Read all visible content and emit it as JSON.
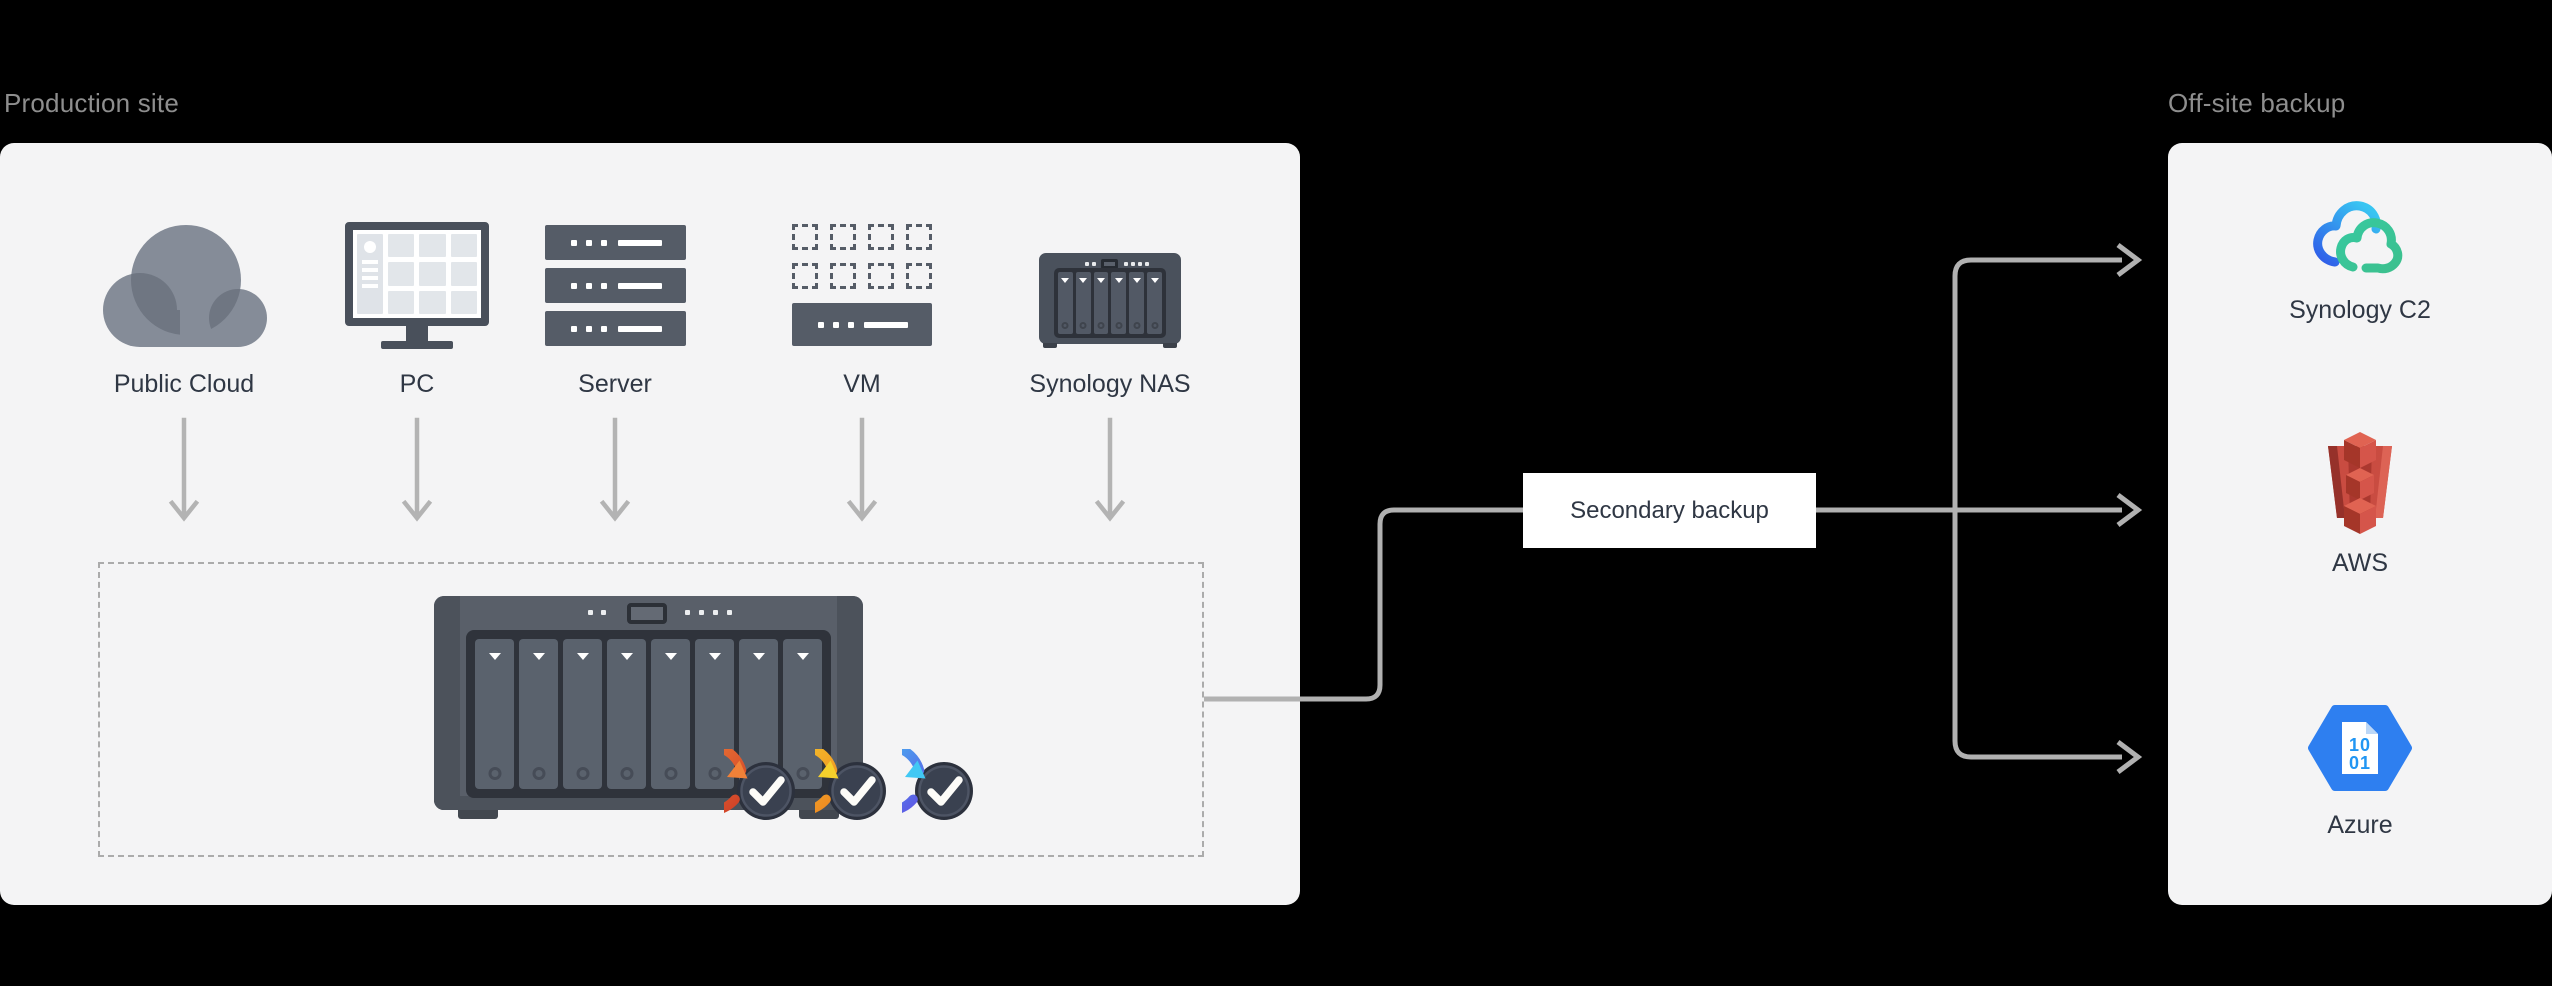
{
  "colors": {
    "background": "#000000",
    "panel": "#f4f4f5",
    "line_gray": "#b1b1b1",
    "muted_text": "#8e8e8e",
    "dark_text": "#2f3744",
    "device_slate": "#555c67",
    "c2_blue": "#2f5ae8",
    "c2_cyan": "#38c5f2",
    "c2_green": "#3cc08e",
    "aws_red": "#c94c41",
    "azure_blue": "#2e7ff0",
    "badge_red": [
      "#f08138",
      "#cf3f27"
    ],
    "badge_gold": [
      "#f5d02c",
      "#ee8722"
    ],
    "badge_blue": [
      "#41c8f4",
      "#5f52e4"
    ]
  },
  "production": {
    "title": "Production site",
    "devices": [
      {
        "label": "Public Cloud",
        "icon": "cloud-icon"
      },
      {
        "label": "PC",
        "icon": "pc-icon"
      },
      {
        "label": "Server",
        "icon": "server-icon"
      },
      {
        "label": "VM",
        "icon": "vm-icon"
      },
      {
        "label": "Synology NAS",
        "icon": "small-nas-icon"
      }
    ],
    "local_backup_target": {
      "icon": "large-nas-icon",
      "backup_app_badges": [
        "backup-badge-red",
        "backup-badge-gold",
        "backup-badge-blue"
      ]
    }
  },
  "connector": {
    "label": "Secondary backup"
  },
  "offsite": {
    "title": "Off-site backup",
    "destinations": [
      {
        "label": "Synology C2",
        "icon": "synology-c2-cloud-icon"
      },
      {
        "label": "AWS",
        "icon": "aws-s3-bucket-icon"
      },
      {
        "label": "Azure",
        "icon": "azure-hexagon-icon",
        "doc_lines": [
          "10",
          "01"
        ]
      }
    ]
  }
}
